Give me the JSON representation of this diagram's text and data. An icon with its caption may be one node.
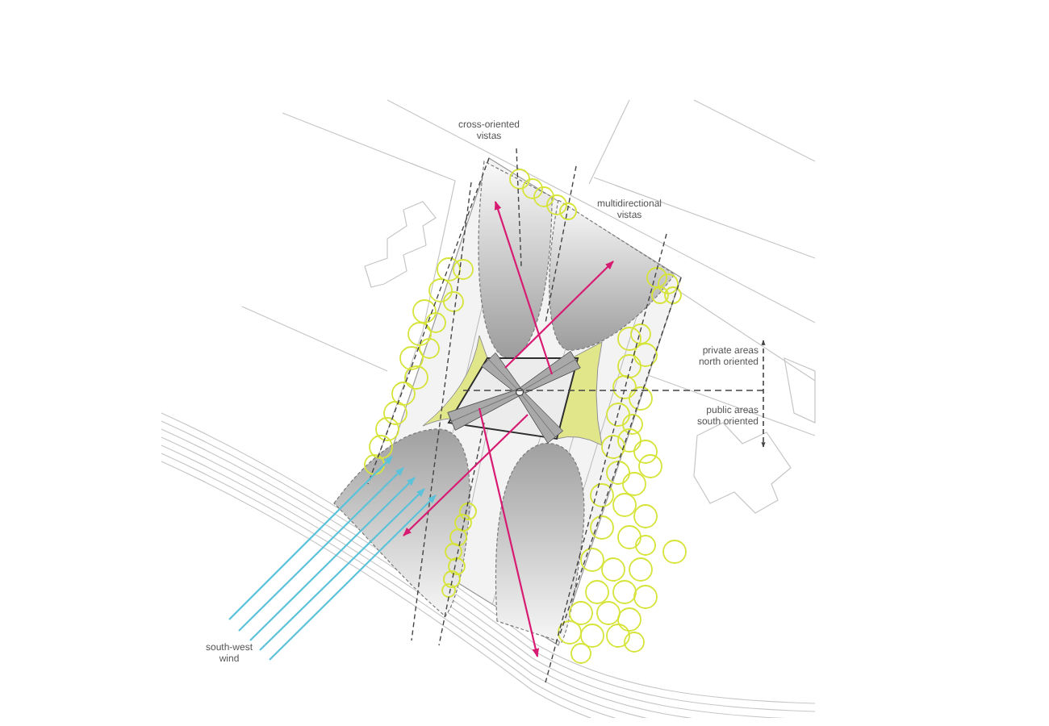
{
  "diagram": {
    "labels": [
      "cross-oriented vistas",
      "multidirectional vistas",
      "private areas north oriented",
      "public areas south oriented",
      "south-west wind"
    ]
  }
}
